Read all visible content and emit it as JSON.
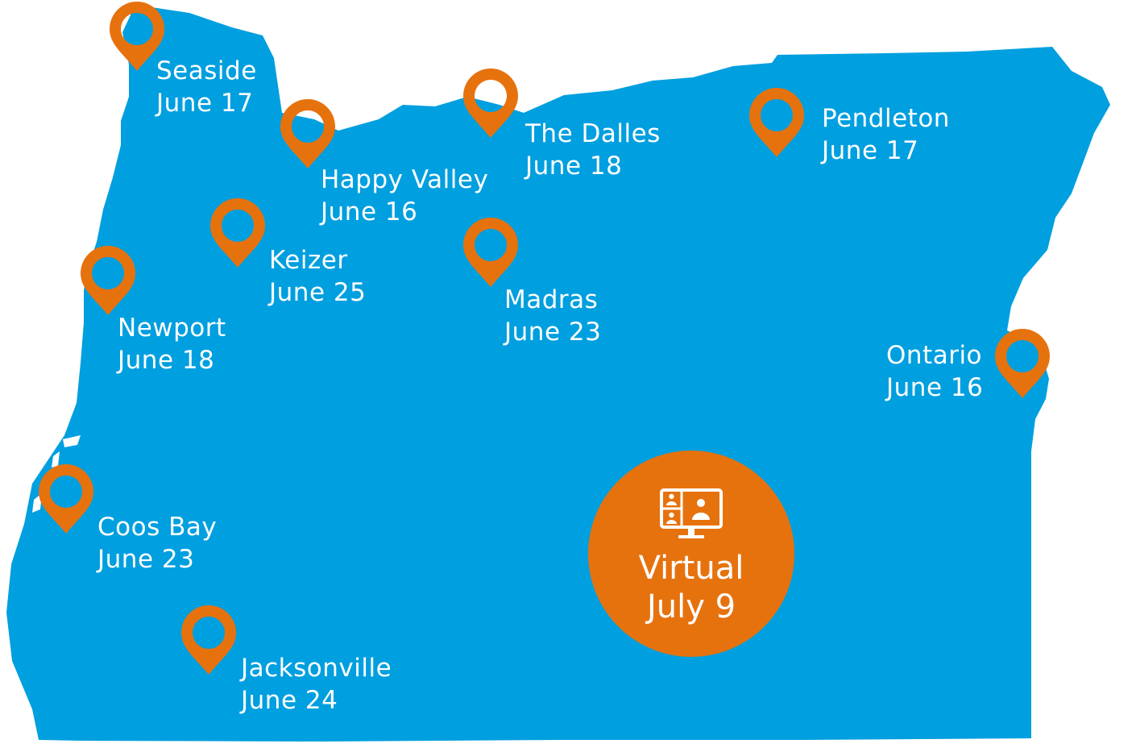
{
  "colors": {
    "state_fill": "#009fdf",
    "pin": "#e6720e",
    "text": "#ffffff"
  },
  "locations": [
    {
      "id": "seaside",
      "city": "Seaside",
      "date": "June 17"
    },
    {
      "id": "happy-valley",
      "city": "Happy Valley",
      "date": "June 16"
    },
    {
      "id": "the-dalles",
      "city": "The Dalles",
      "date": "June 18"
    },
    {
      "id": "pendleton",
      "city": "Pendleton",
      "date": "June 17"
    },
    {
      "id": "keizer",
      "city": "Keizer",
      "date": "June 25"
    },
    {
      "id": "madras",
      "city": "Madras",
      "date": "June 23"
    },
    {
      "id": "newport",
      "city": "Newport",
      "date": "June 18"
    },
    {
      "id": "ontario",
      "city": "Ontario",
      "date": "June 16"
    },
    {
      "id": "coos-bay",
      "city": "Coos Bay",
      "date": "June 23"
    },
    {
      "id": "jacksonville",
      "city": "Jacksonville",
      "date": "June 24"
    }
  ],
  "virtual": {
    "label": "Virtual",
    "date": "July 9",
    "icon": "video-conference-icon"
  }
}
